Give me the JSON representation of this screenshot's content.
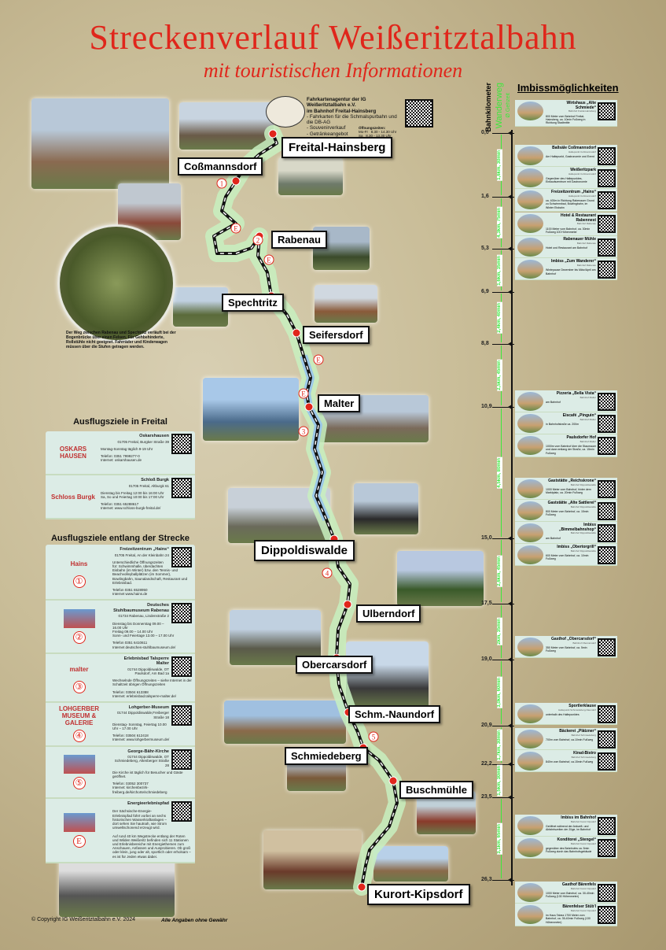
{
  "title": "Streckenverlauf Weißeritztalbahn",
  "subtitle": "mit touristischen Informationen",
  "agency": {
    "name": "Fahrkartenagentur der IG Weißeritztalbahn e.V.",
    "location": "im Bahnhof  Freital-Hainsberg",
    "items": [
      "- Fahrkarten für die Schmalspurbahn und die DB-AG",
      "- Souvenirverkauf",
      "- Getränkeangebot"
    ],
    "hours_label": "Öffnungszeiten:",
    "hours": [
      [
        "Mo-Fr",
        "8.30 - 14.30 Uhr"
      ],
      [
        "Sa",
        "8.30 - 13.30 Uhr"
      ]
    ]
  },
  "stations": [
    "Freital-Hainsberg",
    "Coßmannsdorf",
    "Rabenau",
    "Spechtritz",
    "Seifersdorf",
    "Malter",
    "Dippoldiswalde",
    "Ulberndorf",
    "Obercarsdorf",
    "Schm.-Naundorf",
    "Schmiedeberg",
    "Buschmühle",
    "Kurort-Kipsdorf"
  ],
  "route_markers": [
    "①",
    "②",
    "③",
    "④",
    "⑤",
    "E"
  ],
  "path_note": "Der Weg zwischen Rabenau und Spechtritz verläuft bei der Bogenbrücke über einen Felsen. Für Gehbehinderte, Rollstühle nicht geeignet. Fahrräder und  Kinderwagen müssen über die Stufen getragen werden.",
  "freital": {
    "title": "Ausflugsziele in Freital",
    "entries": [
      {
        "name": "Oskarshausen",
        "addr": "01705 Freital, Burgker Straße 39",
        "logo": "OSKARS HAUSEN",
        "text": "Montag-Sonntag          täglich 9-19 Uhr",
        "contact": "Telefon:      0351 7999277-0\nInternet:     oskarshausen.de"
      },
      {
        "name": "Schloß Burgk",
        "addr": "01705 Freital, Altburgk 61",
        "logo": "Schloss Burgk",
        "text": "Dienstag bis Freitag      12:00 bis 16:00 Uhr\nSa, So und Feiertag       10:00 bis 17:00 Uhr",
        "contact": "Telefon:      0351 65288617\nInternet:     www.schloss-burgk-freital.de/"
      }
    ]
  },
  "strecke": {
    "title": "Ausflugsziele entlang der Strecke",
    "entries": [
      {
        "num": "①",
        "name": "Freizeitzentrum „Hains“",
        "addr": "01705 Freital, An der Kleinbahn 24",
        "logo": "Hains",
        "text": "Unterschiedliche Öffnungszeiten für: Schwimmhalle, überdachten Eisbahn (im Winter) bzw. den Tennis- und Beachvolleyballplätzen (im Sommer), Bowlingbahn, Saunalandschaft, Restaurant und Erlebnisbad.",
        "contact": "Telefon      0351 6528950\nInternet     www.hains.de"
      },
      {
        "num": "②",
        "name": "Deutsches Stuhlbaumuseum Rabenau",
        "addr": "01734 Rabenau, Lindenstraße 2",
        "logo": "",
        "text": "Dienstag bis Donnerstag   09.00 – 16.00 Uhr\nFreitag                   09.00 – 14.00 Uhr\nSonn- und Feiertage       13.00 – 17.00 Uhr",
        "contact": "Telefon      0351 6410611\nInternet     deutsches-stuhlbaumuseum.de/"
      },
      {
        "num": "③",
        "name": "Erlebnisbad Talsperre Malter",
        "addr": "01744 Dippoldiswalde, OT Paulsdorf, Am Bad 1a",
        "logo": "malter",
        "text": "Wechselnde Öffnungszeiten – siehe Internet in der Schaltzeit übrigen Öffnungszeiten",
        "contact": "Telefon:      03504 613388\nInternet:     erlebnisbad.talsperre-malter.de/"
      },
      {
        "num": "④",
        "name": "Lohgerber-Museum",
        "addr": "01744 Dippoldiswalde,Freiberger Straße 18",
        "logo": "LOHGERBER MUSEUM & GALERIE",
        "text": "Dienstag- Sonntag, Feiertag    10.00 Uhr – 17.00 Uhr",
        "contact": "Telefon:      03504 612418\nInternet:     www.lohgerbermuseum.de/"
      },
      {
        "num": "⑤",
        "name": "George-Bähr-Kirche",
        "addr": "01744 Dippoldiswalde, OT Schmiedeberg, Altenberger Straße 28",
        "logo": "",
        "text": "Die Kirche ist täglich für Besucher und Gäste geöffnet.",
        "contact": "Telefon:      03052 300737\nInternet:     kirchenbezirk-freiberg.de/kirchorte/schmiedeberg"
      },
      {
        "num": "E",
        "name": "Energieerlebnispfad",
        "addr": "",
        "logo": "",
        "text": "Der Sächsische-Energie-Erlebnispfad führt vorbei an sechs historischen Wasserkraftanlagen – dort sehen Sie hautnah, wie Strom umweltschonend erzeugt wird.\n\nAuf rund 40 km Wegstrecke entlang der Roten und Wilden Weißeritz befinden sich 11 Stationen und Erlebnisbereiche mit Energiethemen zum Anschauen, Anfassen und Ausprobieren. Ob groß oder klein, jung oder alt, sportlich oder erholsam – es ist für Jeden etwas dabei.",
        "contact": ""
      }
    ]
  },
  "axis": {
    "label": "Bahnkilometer",
    "hike_label": "Wanderweg",
    "hike_sub": "Ø Gehzeit",
    "km": [
      "0,0",
      "1,6",
      "5,3",
      "6,9",
      "8,8",
      "10,9",
      "15,0",
      "17,5",
      "19,0",
      "20,9",
      "22,2",
      "23,5",
      "26,3"
    ],
    "segments": [
      "1,6km, 30min",
      "4,3km, 75min",
      "1,6km, 35min",
      "2,4km, 40min",
      "2,5km, 45min",
      "4,5km, 80min",
      "2,6km, 45min",
      "2km, 35min",
      "3,0km, 60min",
      "1,7km, 30min",
      "1,5km, 30min",
      "3,1km, 65min"
    ]
  },
  "imbiss": {
    "title": "Imbissmöglichkeiten",
    "groups": [
      [
        {
          "name": "Wirtshaus „Alte Schmiede“",
          "sub": "Bahnhof Freital-Hainsberg",
          "desc": "800 Meter vom Bahnhof Freital-Hainsberg, ca. 10min Fußweg in Richtung Stadtmitte"
        }
      ],
      [
        {
          "name": "Ballsäle Coßmannsdorf",
          "sub": "Haltepunkt Coßmannsdorf",
          "desc": "Am Haltepunkt, Gastronomie und Event"
        },
        {
          "name": "Weißeritzpark",
          "sub": "Haltepunkt Coßmannsdorf",
          "desc": "Gegenüber des Haltepunktes, Einkaufszentrum mit Gastronomie"
        },
        {
          "name": "Freizeitzentrum „Hains“",
          "sub": "Haltepunkt Coßmannsdorf",
          "desc": "ca. 400m in Richtung Rabenauer Grund zu Schwimmbad, Bowlingbahn, im Winter Eisbahn"
        }
      ],
      [
        {
          "name": "Hotel & Restaurant Rabennest",
          "sub": "Bahnhof Rabenau",
          "desc": "1100 Meter vom Bahnhof, ca. 30min Fußweg 100 Höhenmeter"
        },
        {
          "name": "Rabenauer Mühle",
          "sub": "Bahnhof Rabenau",
          "desc": "Hotel und Restaurant am Bahnhof"
        },
        {
          "name": "Imbiss „Zum Wanderer“",
          "sub": "Bahnhof Rabenau",
          "desc": "Wintepause Dezember bis März/April am Bahnhof"
        }
      ],
      [
        {
          "name": "Pizzeria „Bella Vista“",
          "sub": "Bahnhof Malter",
          "desc": "am Bahnhof"
        },
        {
          "name": "Eiscafé „Pinguin“",
          "sub": "Bahnhof Malter",
          "desc": "in Bahnhofstraße ca. 200m"
        },
        {
          "name": "Paulsdorfer Hof",
          "sub": "Bahnhof Malter",
          "desc": "1000m vom Bahnhof über die Staumauer und dann entlang der Straße, ca. 15min Fußweg"
        }
      ],
      [
        {
          "name": "Gaststätte „Reichskrone“",
          "sub": "Bahnhof Dippoldiswalde",
          "desc": "1000 Meter vom Bahnhof, hinter dem Marktplatz, ca. 20min Fußweg"
        },
        {
          "name": "Gaststätte „Alte Sattlerei“",
          "sub": "Bahnhof Dippoldiswalde",
          "desc": "800 Meter vom Bahnhof, ca. 15min Fußweg"
        },
        {
          "name": "Imbiss „Bimmelbahnshop“",
          "sub": "Bahnhof Dippoldiswalde",
          "desc": "am Bahnhof"
        },
        {
          "name": "Imbiss „Obertorgrill“",
          "sub": "Bahnhof Dippoldiswalde",
          "desc": "600 Meter vom Bahnhof, ca. 10min Fußweg"
        }
      ],
      [
        {
          "name": "Gasthof „Obercarsdorf“",
          "sub": "Bahnhof Obercarsdorf",
          "desc": "350 Meter vom Bahnhof, ca. 5min Fußweg"
        }
      ],
      [
        {
          "name": "Sportlerklause",
          "sub": "Haltepunkt Schmiedeberg-Naundorf",
          "desc": "unterhalb des Haltepunktes"
        }
      ],
      [
        {
          "name": "Bäckerei „Plätzner“",
          "sub": "Bahnhof Schmiedeberg",
          "desc": "700m vom Bahnhof,  ca.10min Fußweg"
        },
        {
          "name": "Kirad-Bistro",
          "sub": "Bahnhof Schmiedeberg",
          "desc": "840m vom Bahnhof,  ca.15min Fußweg"
        }
      ],
      [
        {
          "name": "Imbiss im Bahnhof",
          "sub": "Bahnhof Kurort Kipsdorf",
          "desc": "Geöffnet während der Ankunft- und Abfahrtszeiten der Züge, im Bahnhof"
        },
        {
          "name": "Konditorei „Stengel“",
          "sub": "Bahnhof Kurort Kipsdorf",
          "desc": "gegenüber des Bahnhofes ca. 5min Fußweg durch das Bahnhofsgebäude"
        }
      ],
      [
        {
          "name": "Gasthof Bärenfels",
          "sub": "Bahnhof Kurort Kipsdorf",
          "desc": "1000 Meter vom Bahnhof, ca. 30-40min Fußweg (130 Höhenmeter)"
        },
        {
          "name": "Bärenfelser Stüb'l",
          "sub": "Bahnhof Kurort Kipsdorf",
          "desc": "im Haus Tabea 1700 Meter vom Bahnhof, ca. 35-40min Fußweg (130 Höhenmeter)"
        }
      ]
    ]
  },
  "footer": {
    "copyright": "Copyright IG Weißeritztalbahn e.V. 2024",
    "disclaimer": "Alle Angaben ohne Gewähr"
  },
  "colors": {
    "title": "#e0261b",
    "hike": "#3ce83c",
    "panel": "#dcece6"
  }
}
